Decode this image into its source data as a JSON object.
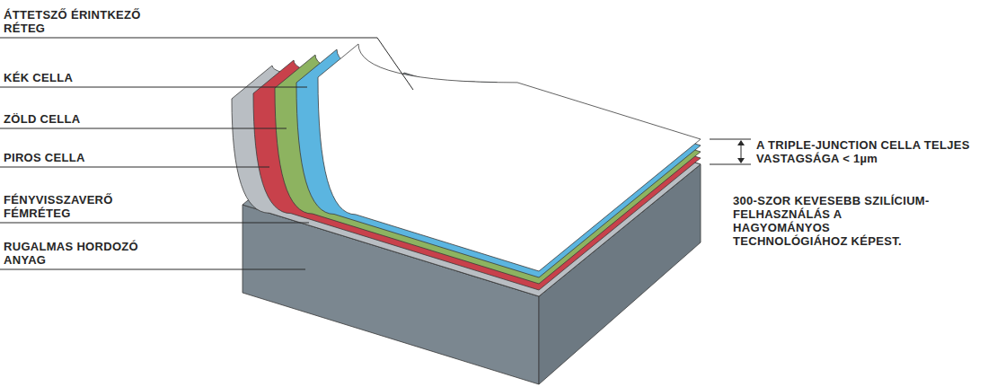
{
  "diagram": {
    "labels": [
      "ÁTTETSZŐ ÉRINTKEZŐ RÉTEG",
      "KÉK CELLA",
      "ZÖLD CELLA",
      "PIROS CELLA",
      "FÉNYVISSZAVERŐ FÉMRÉTEG",
      "RUGALMAS HORDOZÓ ANYAG",
      "A TRIPLE-JUNCTION CELLA TELJES VASTAGSÁGA < 1µm",
      "300-SZOR KEVESEBB SZILÍCIUM-FELHASZNÁLÁS A HAGYOMÁNYOS TECHNOLÓGIÁHOZ KÉPEST."
    ]
  }
}
